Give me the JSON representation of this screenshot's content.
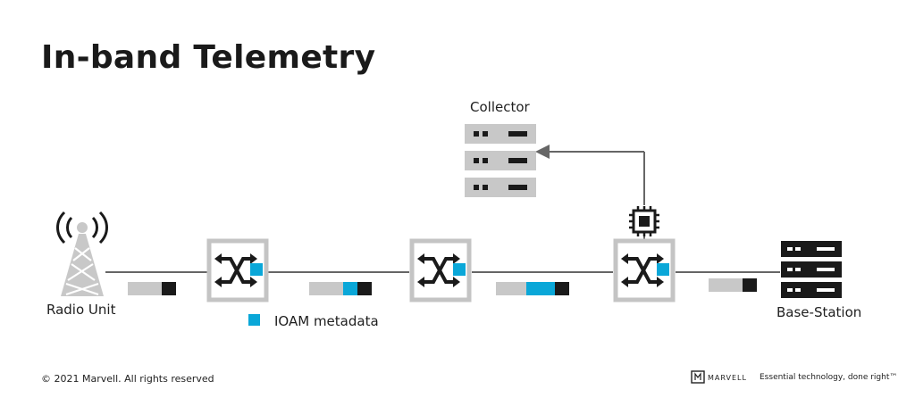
{
  "title": "In-band Telemetry",
  "nodes": {
    "collector": "Collector",
    "radio_unit": "Radio Unit",
    "base_station": "Base-Station"
  },
  "legend": {
    "label": "IOAM metadata",
    "color": "#0aa7d8"
  },
  "footer": {
    "copyright": "© 2021 Marvell. All rights reserved",
    "brand": "MARVELL",
    "tagline": "Essential technology, done right™"
  },
  "colors": {
    "metadata": "#0aa7d8",
    "switch_frame": "#c4c4c4",
    "packet_body": "#c8c8c8",
    "packet_header": "#1a1a1a",
    "link": "#666666"
  }
}
